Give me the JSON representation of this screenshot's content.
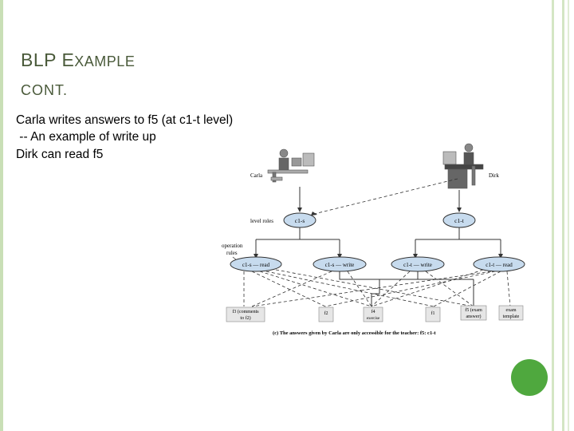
{
  "slide": {
    "title_first_big": "BLP E",
    "title_first_rest": "XAMPLE",
    "title_second": "CONT.",
    "lines": [
      "Carla writes answers to f5 (at c1-t level)",
      " -- An example of write up",
      "Dirk can read f5"
    ]
  },
  "diagram": {
    "persons": [
      "Carla",
      "Dirk"
    ],
    "row_labels": {
      "level_roles": "level roles",
      "operation_rules_1": "operation",
      "operation_rules_2": "rules"
    },
    "level_nodes": [
      "c1-s",
      "c1-t"
    ],
    "op_nodes": [
      "c1-s — read",
      "c1-s — write",
      "c1-t — write",
      "c1-t — read"
    ],
    "files": [
      {
        "line1": "f3 (comments",
        "line2": "to f2)"
      },
      {
        "line1": "f2",
        "line2": ""
      },
      {
        "line1": "f4",
        "line2": "exercise"
      },
      {
        "line1": "f1",
        "line2": ""
      },
      {
        "line1": "f5 (exam",
        "line2": "answer)"
      },
      {
        "line1": "exam",
        "line2": "template"
      }
    ],
    "caption": "(c) The answers given by Carla are only accessible for the teacher: f5: c1-t"
  },
  "colors": {
    "frame": "#c9dfb6",
    "accent_dot": "#4fa83e",
    "node_fill": "#c7dbee",
    "title": "#4a5a3a"
  }
}
